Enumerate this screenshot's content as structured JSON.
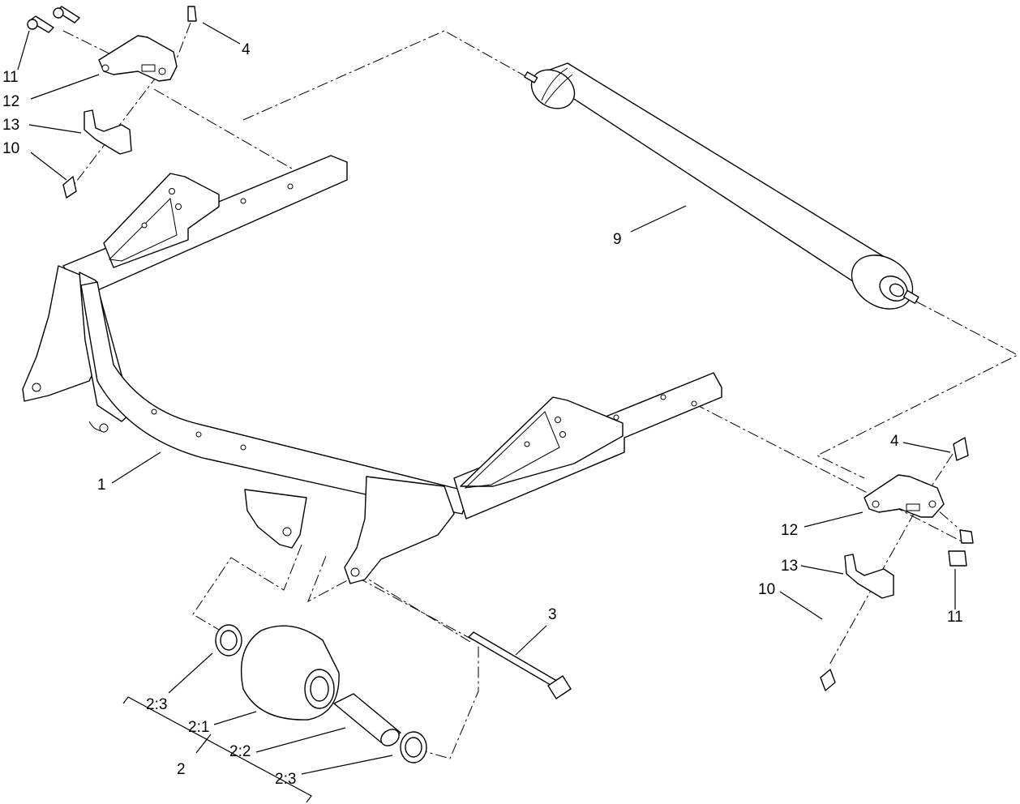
{
  "callouts": {
    "c1": "1",
    "c2": "2",
    "c2_1": "2:1",
    "c2_2": "2:2",
    "c2_3_left": "2:3",
    "c2_3_right": "2:3",
    "c3": "3",
    "c4_top": "4",
    "c4_right": "4",
    "c9": "9",
    "c10_left": "10",
    "c10_right": "10",
    "c11_left": "11",
    "c11_right": "11",
    "c12_left": "12",
    "c12_right": "12",
    "c13_left": "13",
    "c13_right": "13"
  }
}
